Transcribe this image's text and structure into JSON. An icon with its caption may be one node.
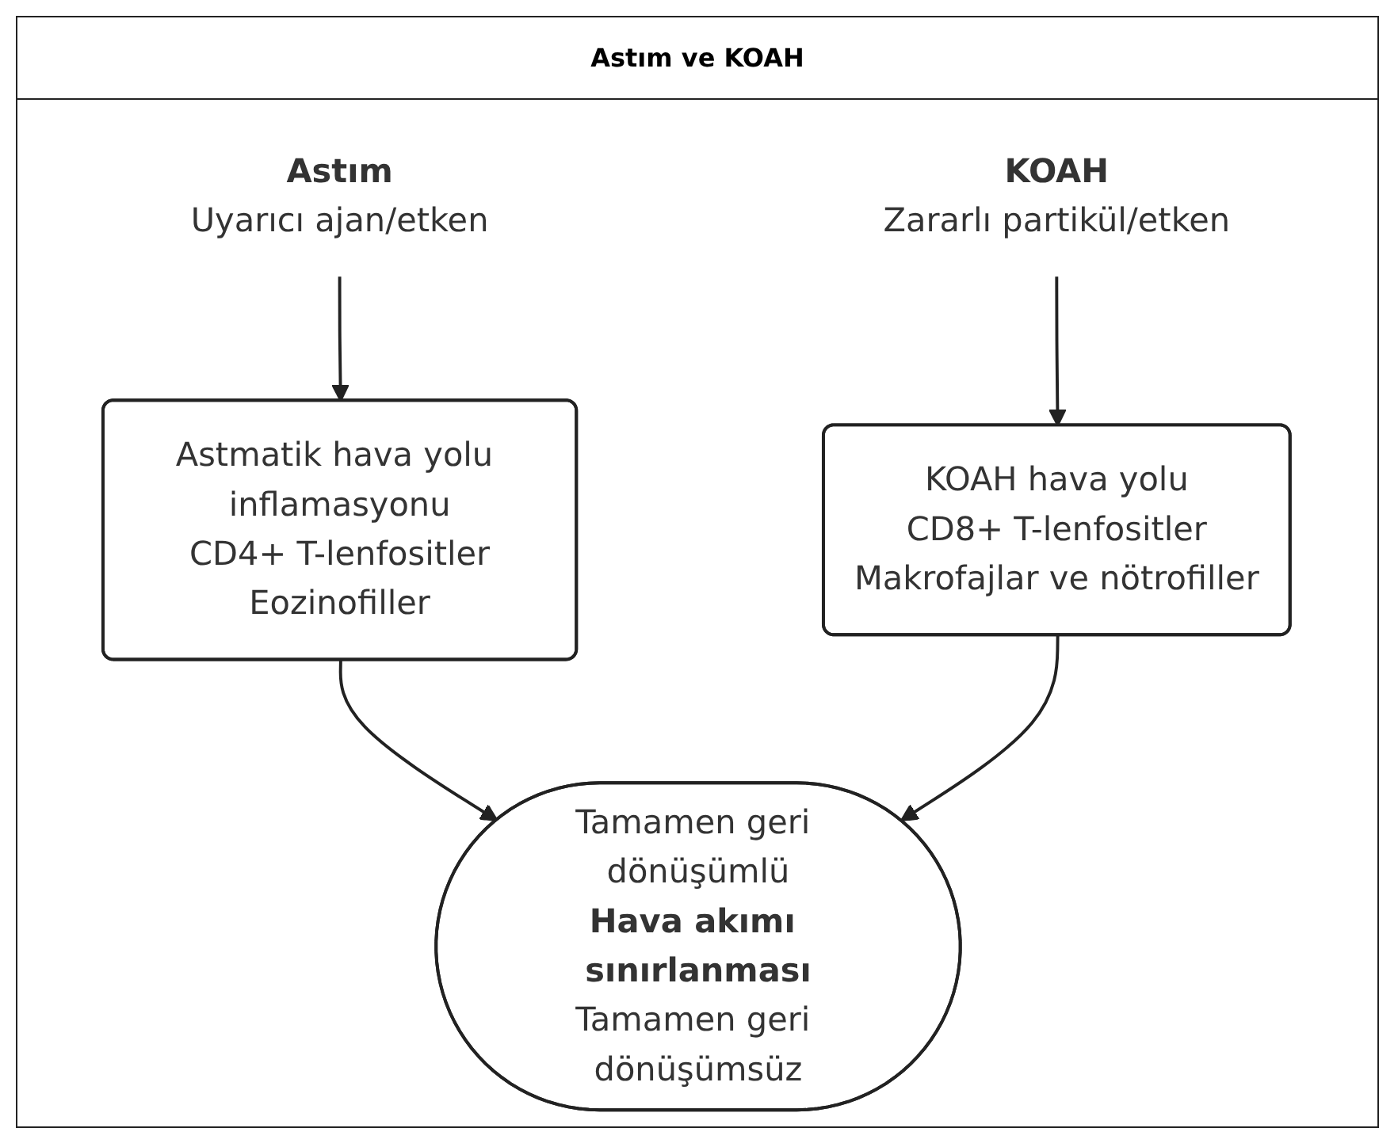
{
  "diagram": {
    "title": "Astım ve KOAH",
    "nodes": [
      {
        "text": [
          "Astım",
          "Uyarıcı ajan/etken"
        ]
      },
      {
        "text": [
          "KOAH",
          "Zararlı partikül/etken"
        ]
      },
      {
        "text": [
          "Astmatik hava yolu inflamasyonu",
          "CD4+ T-lenfositler",
          "Eozinofiller"
        ]
      },
      {
        "text": [
          "KOAH hava yolu",
          "CD8+ T-lenfositler",
          "Makrofajlar ve nötrofiller"
        ]
      },
      {
        "text": [
          "Tamamen geri dönüşümlü",
          "Hava akımı sınırlanması",
          "Tamamen geri dönüşümsüz"
        ]
      }
    ],
    "edges": [
      {
        "from": 0,
        "to": 2,
        "arrow": "to"
      },
      {
        "from": 1,
        "to": 3,
        "arrow": "to"
      },
      {
        "from": 2,
        "to": 4,
        "arrow": "to"
      },
      {
        "from": 3,
        "to": 4,
        "arrow": "to"
      }
    ]
  }
}
